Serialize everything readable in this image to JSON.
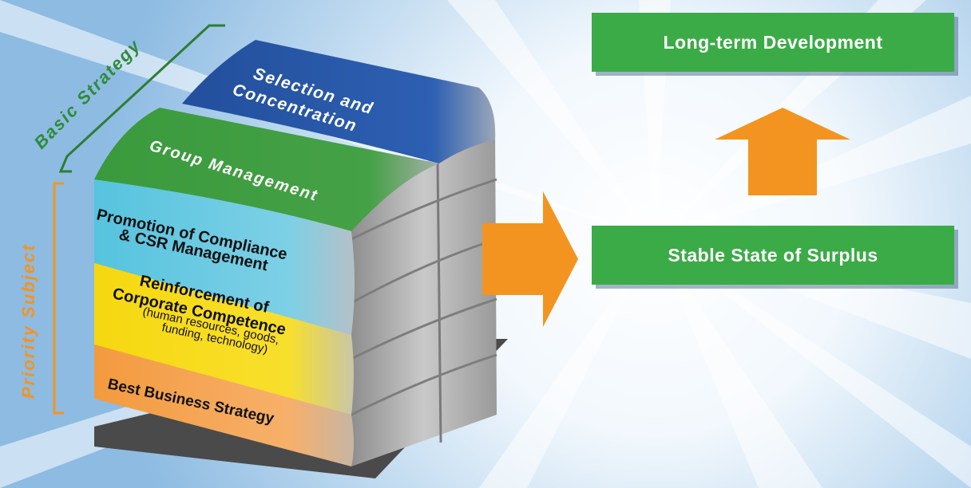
{
  "side_labels": {
    "basic_strategy": "Basic Strategy",
    "priority_subject": "Priority Subject"
  },
  "layers": {
    "selection_line1": "Selection and",
    "selection_line2": "Concentration",
    "group_management": "Group Management",
    "compliance_line1": "Promotion of Compliance",
    "compliance_line2": "& CSR Management",
    "reinforcement_line1": "Reinforcement of",
    "reinforcement_line2": "Corporate Competence",
    "reinforcement_line3": "(human resources, goods,",
    "reinforcement_line4": "funding, technology)",
    "best_business": "Best Business Strategy"
  },
  "outcomes": {
    "top": "Long-term Development",
    "middle": "Stable State of Surplus"
  },
  "colors": {
    "blue": "#2a5aa8",
    "green": "#3f9a3e",
    "cyan": "#5fc7e0",
    "yellow": "#f7dc1a",
    "orange": "#f6a24c",
    "arrow": "#f39420",
    "box_green": "#3bab47",
    "bracket_green": "#2e7d32",
    "bracket_orange": "#f39420"
  }
}
